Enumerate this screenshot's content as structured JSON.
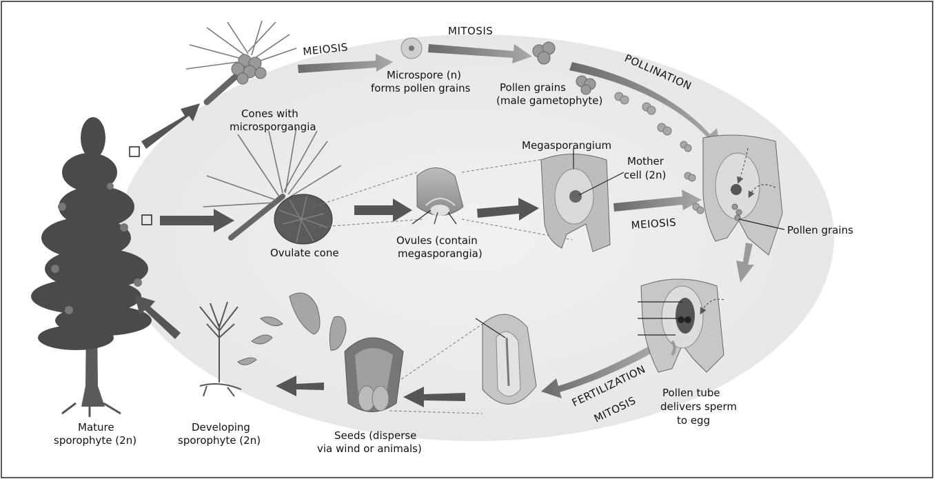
{
  "labels": {
    "cones_micro": [
      "Cones with",
      "microsporgangia"
    ],
    "meiosis_top": "MEIOSIS",
    "mitosis_top": "MITOSIS",
    "microspore": [
      "Microspore (n)",
      "forms pollen grains"
    ],
    "pollen_male": [
      "Pollen grains",
      "(male gametophyte)"
    ],
    "pollination": "POLLINATION",
    "megasporangium": "Megasporangium",
    "mother_cell": [
      "Mother",
      "cell (2n)"
    ],
    "meiosis_mid": "MEIOSIS",
    "pollen_grains_right": "Pollen grains",
    "ovulate_cone": "Ovulate cone",
    "ovules": [
      "Ovules (contain",
      "megasporangia)"
    ],
    "mature": [
      "Mature",
      "sporophyte (2n)"
    ],
    "developing": [
      "Developing",
      "sporophyte (2n)"
    ],
    "seeds": [
      "Seeds (disperse",
      "via wind or animals)"
    ],
    "fertilization": "FERTILIZATION",
    "mitosis_bottom": "MITOSIS",
    "pollen_tube": [
      "Pollen tube",
      "delivers sperm",
      "to egg"
    ]
  }
}
